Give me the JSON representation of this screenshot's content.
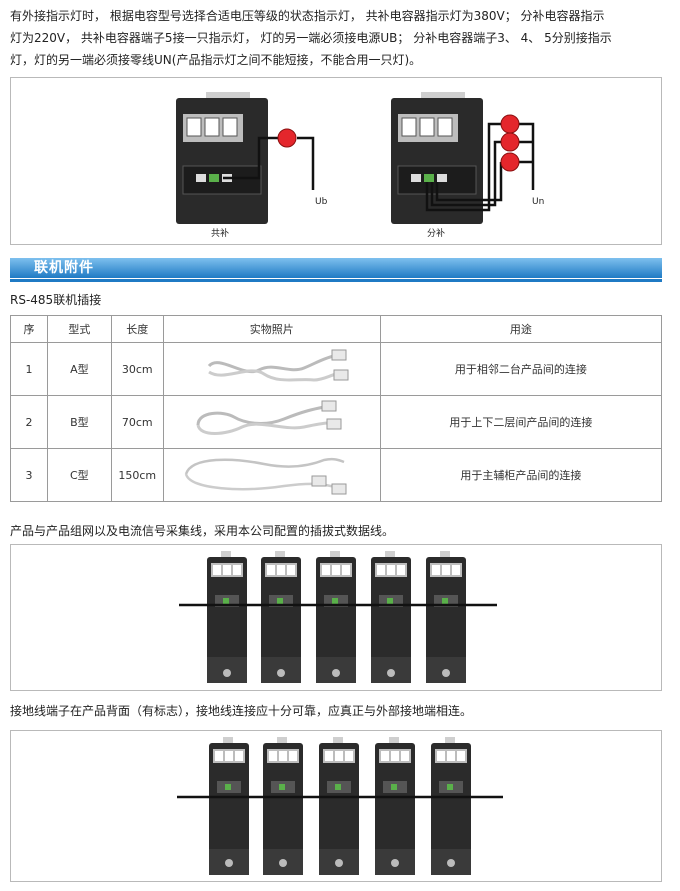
{
  "intro": {
    "line1": "有外接指示灯时， 根据电容型号选择合适电压等级的状态指示灯， 共补电容器指示灯为380V； 分补电容器指示",
    "line2": "灯为220V， 共补电容器端子5接一只指示灯， 灯的另一端必须接电源UB； 分补电容器端子3、 4、 5分别接指示",
    "line3": "灯，灯的另一端必须接零线UN(产品指示灯之间不能短接，不能合用一只灯)。"
  },
  "figure1": {
    "left_caption": "共补",
    "left_terminal": "Ub",
    "right_caption": "分补",
    "right_terminal": "Un",
    "lamp_color": "#e4262c"
  },
  "section": {
    "title": "联机附件"
  },
  "subtitle": "RS-485联机插接",
  "table": {
    "headers": [
      "序",
      "型式",
      "长度",
      "实物照片",
      "用途"
    ],
    "rows": [
      {
        "no": "1",
        "type": "A型",
        "length": "30cm",
        "use": "用于相邻二台产品间的连接"
      },
      {
        "no": "2",
        "type": "B型",
        "length": "70cm",
        "use": "用于上下二层间产品间的连接"
      },
      {
        "no": "3",
        "type": "C型",
        "length": "150cm",
        "use": "用于主辅柜产品间的连接"
      }
    ]
  },
  "para_network": "产品与产品组网以及电流信号采集线，采用本公司配置的插拔式数据线。",
  "para_ground": "接地线端子在产品背面（有标志），接地线连接应十分可靠，应真正与外部接地端相连。"
}
